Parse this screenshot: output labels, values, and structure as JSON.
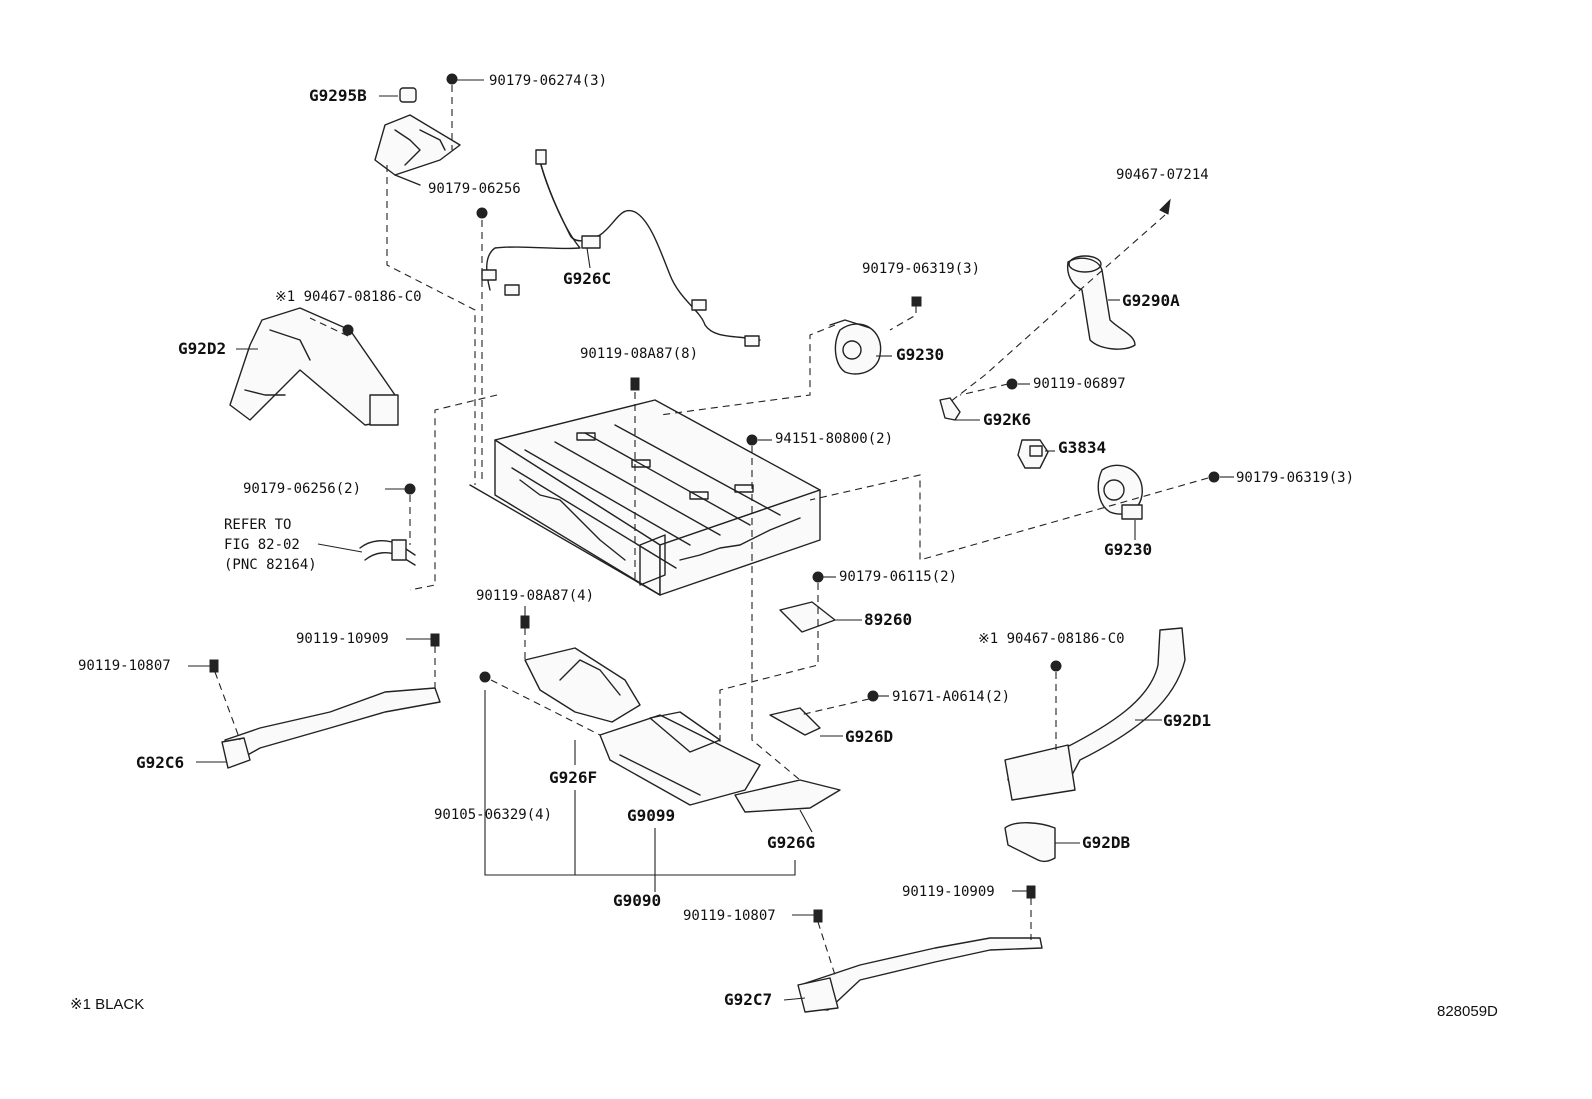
{
  "labels": {
    "p_90179_06274": "90179-06274(3)",
    "g9295b": "G9295B",
    "p_90179_06256": "90179-06256",
    "g926c": "G926C",
    "p_90467_08186_a": "※1 90467-08186-C0",
    "g92d2": "G92D2",
    "p_90119_08a87_8": "90119-08A87(8)",
    "p_90179_06319_a": "90179-06319(3)",
    "g9230_a": "G9230",
    "p_90467_07214": "90467-07214",
    "g9290a": "G9290A",
    "p_90119_06897": "90119-06897",
    "g92k6": "G92K6",
    "p_94151_80800": "94151-80800(2)",
    "g3834": "G3834",
    "p_90179_06319_b": "90179-06319(3)",
    "g9230_b": "G9230",
    "p_90179_06256_2": "90179-06256(2)",
    "refer_line1": "REFER TO",
    "refer_line2": "FIG 82-02",
    "refer_line3": "(PNC 82164)",
    "p_90179_06115": "90179-06115(2)",
    "g89260": "89260",
    "p_90119_08a87_4": "90119-08A87(4)",
    "p_90119_10909_a": "90119-10909",
    "p_90119_10807_a": "90119-10807",
    "g92c6": "G92C6",
    "p_90467_08186_b": "※1 90467-08186-C0",
    "p_91671_a0614": "91671-A0614(2)",
    "g926d": "G926D",
    "g92d1": "G92D1",
    "g926f": "G926F",
    "p_90105_06329": "90105-06329(4)",
    "g9099": "G9099",
    "g926g": "G926G",
    "g92db": "G92DB",
    "g9090": "G9090",
    "p_90119_10909_b": "90119-10909",
    "p_90119_10807_b": "90119-10807",
    "g92c7": "G92C7",
    "footnote": "※1 BLACK",
    "figure_id": "828059D"
  }
}
